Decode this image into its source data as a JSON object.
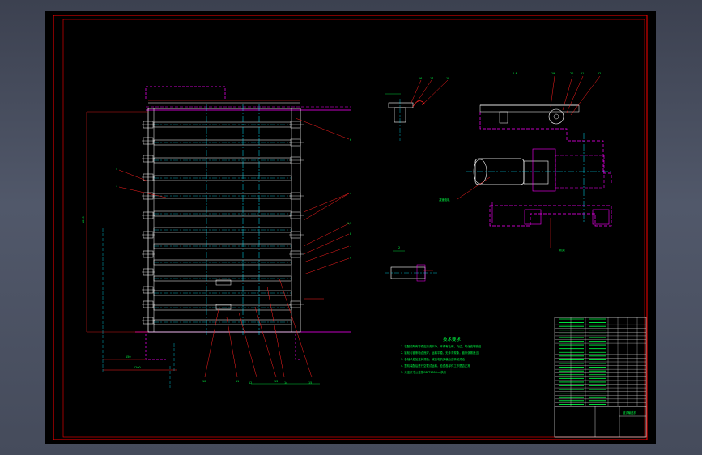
{
  "colors": {
    "background_outer": "#4a5060",
    "canvas": "#000000",
    "frame": "#ff0000",
    "machine_lines": "#ffffff",
    "cyan_center": "#00e5ff",
    "magenta_hidden": "#ff00ff",
    "leader_red": "#ff2020",
    "text_green": "#00ff44",
    "title_block": "#ffffff"
  },
  "drawing": {
    "section_label": "A-A",
    "notes_heading": "技术要求",
    "notes": [
      "1. 装配前所有零件应清洗干净，不得有毛刺、飞边、氧化皮等缺陷",
      "2. 链轮与链条啮合良好，运转平稳，无卡滞现象，链条张紧适当",
      "3. 各轴承处加注润滑脂，减速电机安装后应转动灵活",
      "4. 整机装配后进行空载试运转，检查各部件工作是否正常",
      "5. 未注尺寸公差按GB/T1804-m执行"
    ],
    "motor_callout": "减速电机",
    "base_callout": "机架",
    "dim_overall_height": "1800",
    "dim_width": "1200",
    "dim_offset": "150",
    "left_callouts": [
      "5",
      "3"
    ],
    "right_callouts": [
      "6",
      "4",
      "1,2",
      "8",
      "7",
      "9"
    ],
    "bottom_callouts": [
      "10",
      "11",
      "12",
      "13",
      "14",
      "15"
    ],
    "detail_numbers": [
      "16",
      "17",
      "18"
    ],
    "top_right_numbers": [
      "19",
      "20",
      "21",
      "22"
    ],
    "section_view_label": "2"
  },
  "title_block": {
    "drawing_name": "链式输送机",
    "rows": 24
  }
}
